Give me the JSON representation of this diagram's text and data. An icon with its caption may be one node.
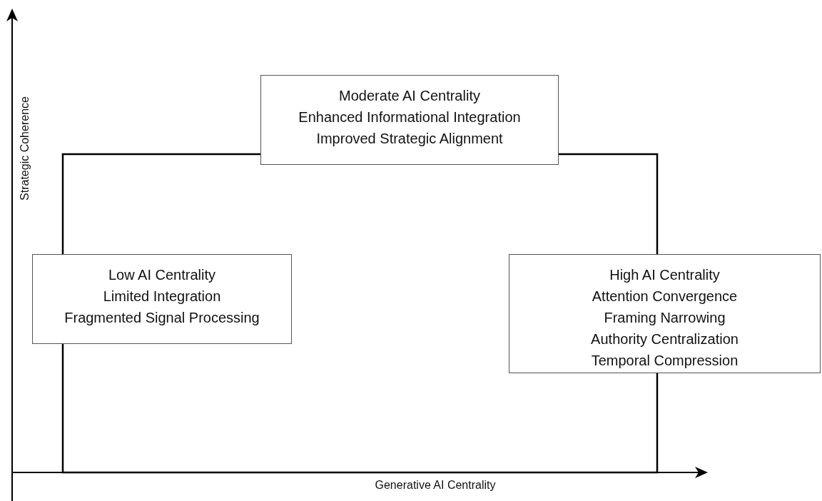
{
  "diagram": {
    "nodes": [
      {
        "text": [
          "Low AI Centrality",
          "Limited Integration",
          "Fragmented Signal Processing"
        ]
      },
      {
        "text": [
          "Moderate AI Centrality",
          "Enhanced Informational Integration",
          "Improved Strategic Alignment"
        ]
      },
      {
        "text": [
          "High AI Centrality",
          "Attention Convergence",
          "Framing Narrowing",
          "Authority Centralization",
          "Temporal Compression"
        ]
      }
    ],
    "edges": [
      {
        "from": 0,
        "to": 1,
        "arrow": "none"
      },
      {
        "from": 1,
        "to": 2,
        "arrow": "none"
      },
      {
        "from": 0,
        "to": 2,
        "arrow": "none"
      }
    ],
    "labels": [
      "Strategic Coherence",
      "Generative AI Centrality"
    ]
  }
}
